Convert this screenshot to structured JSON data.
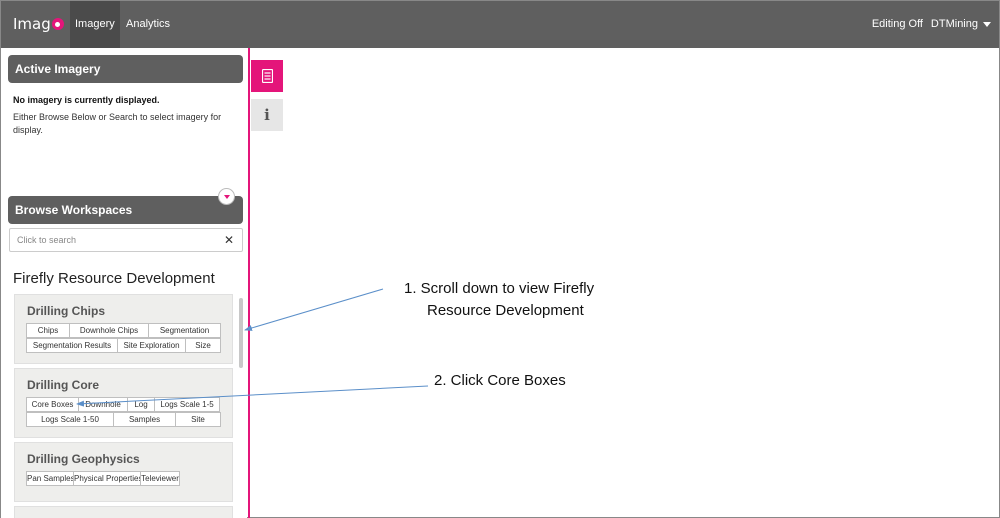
{
  "nav": {
    "logo_text": "Imag",
    "tabs": [
      {
        "label": "Imagery",
        "active": true
      },
      {
        "label": "Analytics",
        "active": false
      }
    ],
    "editing_label": "Editing Off",
    "user_label": "DTMining"
  },
  "active_imagery": {
    "header": "Active Imagery",
    "empty_title": "No imagery is currently displayed.",
    "empty_text": "Either Browse Below or Search to select imagery for display."
  },
  "browse": {
    "header": "Browse Workspaces",
    "search_placeholder": "Click to search",
    "workspace_title": "Firefly Resource Development",
    "groups": [
      {
        "title": "Drilling Chips",
        "rows": [
          [
            "Chips",
            "Downhole Chips",
            "Segmentation"
          ],
          [
            "Segmentation Results",
            "Site Exploration",
            "Size"
          ]
        ]
      },
      {
        "title": "Drilling Core",
        "rows": [
          [
            "Core Boxes",
            "Downhole",
            "Log",
            "Logs Scale 1-5"
          ],
          [
            "Logs Scale 1-50",
            "Samples",
            "Site"
          ]
        ]
      },
      {
        "title": "Drilling Geophysics",
        "rows": [
          [
            "Pan Samples",
            "Physical Properties",
            "Televiewer"
          ]
        ]
      }
    ]
  },
  "annotations": {
    "step1_line1": "1.  Scroll down to view Firefly",
    "step1_line2": "Resource Development",
    "step2": "2.  Click Core Boxes"
  },
  "colors": {
    "brand_pink": "#e4157a",
    "nav_gray": "#5f5f5f",
    "annotation_blue": "#5b8fc9"
  }
}
